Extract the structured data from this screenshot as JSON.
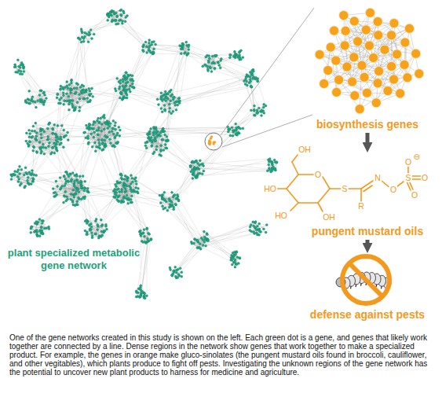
{
  "diagram": {
    "caption": "One of the gene networks created in this study is shown on the left. Each green dot is a gene, and genes that likely work together are connected by a line. Dense regions in the network show genes that work together to make a specialized product. For example, the genes in orange make gluco-sinolates (the pungent mustard oils found in broccoli, cauliflower, and other vegitables), which plants produce to fight off pests. Investigating the unknown regions of the gene network has the potential to uncover new plant products to harness for medicine and agriculture.",
    "nodes": [
      {
        "text": [
          "plant specialized metabolic gene network"
        ]
      },
      {
        "text": [
          "biosynthesis genes"
        ]
      },
      {
        "text": [
          "pungent mustard oils"
        ]
      },
      {
        "text": [
          "defense against pests"
        ]
      }
    ],
    "edges": [
      {
        "from": 1,
        "to": 2,
        "arrow": "to"
      },
      {
        "from": 2,
        "to": 3,
        "arrow": "to"
      }
    ],
    "labels": [
      "OH",
      "⊖",
      "O",
      "O",
      "N",
      "S",
      "O",
      "HO",
      "S",
      "O",
      "O",
      "R",
      "HO",
      "OH"
    ]
  }
}
